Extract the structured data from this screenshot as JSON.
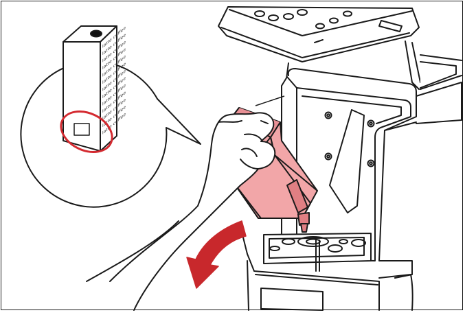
{
  "figure": {
    "description_key": "milk-carton-insertion",
    "carton_label_lines": [
      "latte coffee",
      "latte coffee",
      "latte coffee",
      "latte coffee",
      "latte coffee",
      "latte coffee",
      "latte coffee",
      "latte coffee",
      "latte coffee",
      "latte coffee",
      "latte coffee",
      "latte coffee",
      "latte coffee"
    ],
    "colors": {
      "line": "#1a1a1a",
      "carton_fill": "#f2a6a8",
      "carton_dark": "#e07f83",
      "arrow": "#c8282c",
      "highlight_circle": "#d42a30",
      "background": "#ffffff"
    },
    "icons": [
      "curved-arrow-icon",
      "highlight-circle-icon"
    ]
  }
}
